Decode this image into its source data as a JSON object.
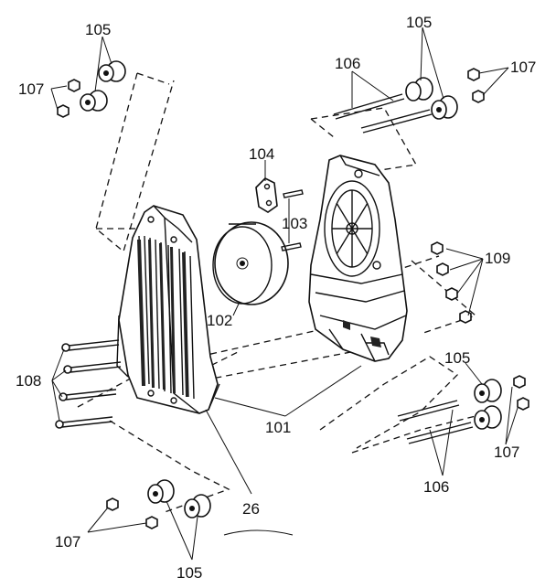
{
  "diagram": {
    "labels": {
      "l101": "101",
      "l102": "102",
      "l103": "103",
      "l104": "104",
      "l105a": "105",
      "l105b": "105",
      "l105c": "105",
      "l105d": "105",
      "l106a": "106",
      "l106b": "106",
      "l107a": "107",
      "l107b": "107",
      "l107c": "107",
      "l107d": "107",
      "l108": "108",
      "l109": "109",
      "l26": "26"
    }
  }
}
